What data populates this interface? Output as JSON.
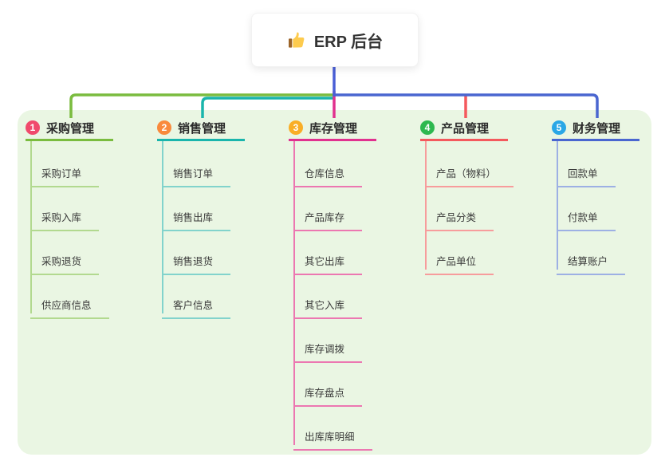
{
  "root": {
    "title": "ERP 后台",
    "icon": "thumbs-up-icon"
  },
  "panel_bg": "#eaf6e3",
  "trunk_color": "#4a5fd6",
  "branches": [
    {
      "num": "1",
      "label": "采购管理",
      "badge_color": "#f04a6c",
      "line_color": "#7abc3f",
      "item_line_color": "#b2d98f",
      "items": [
        "采购订单",
        "采购入库",
        "采购退货",
        "供应商信息"
      ]
    },
    {
      "num": "2",
      "label": "销售管理",
      "badge_color": "#f98a3c",
      "line_color": "#1ab5ac",
      "item_line_color": "#82d3cc",
      "items": [
        "销售订单",
        "销售出库",
        "销售退货",
        "客户信息"
      ]
    },
    {
      "num": "3",
      "label": "库存管理",
      "badge_color": "#f9ae26",
      "line_color": "#e1318f",
      "item_line_color": "#ec77b1",
      "items": [
        "仓库信息",
        "产品库存",
        "其它出库",
        "其它入库",
        "库存调拨",
        "库存盘点",
        "出库库明细"
      ]
    },
    {
      "num": "4",
      "label": "产品管理",
      "badge_color": "#2eb84f",
      "line_color": "#f4595d",
      "item_line_color": "#f79c9c",
      "items": [
        "产品（物料）",
        "产品分类",
        "产品单位"
      ]
    },
    {
      "num": "5",
      "label": "财务管理",
      "badge_color": "#2aa7e6",
      "line_color": "#4a66d0",
      "item_line_color": "#9db0e4",
      "items": [
        "回款单",
        "付款单",
        "结算账户"
      ]
    }
  ]
}
